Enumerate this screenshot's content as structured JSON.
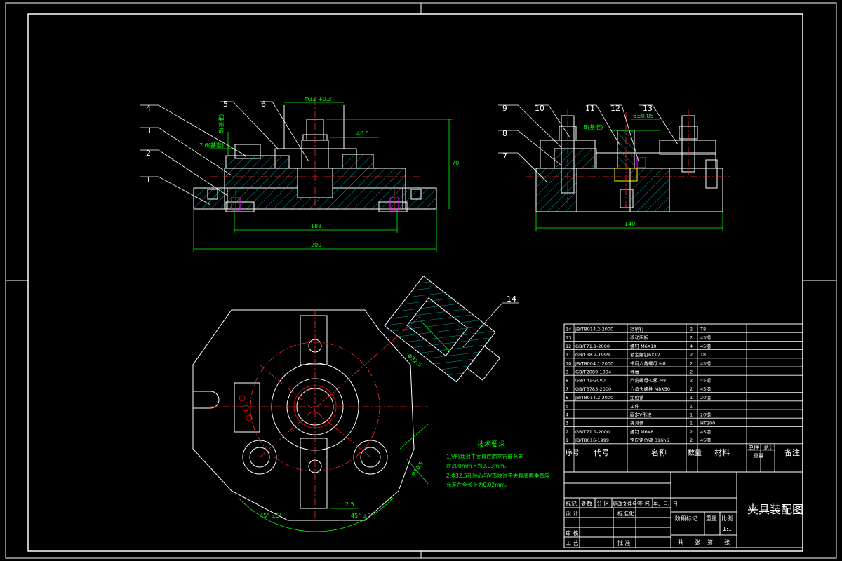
{
  "colors": {
    "background": "#000000",
    "outline": "#ffffff",
    "dimension": "#00ff00",
    "centerline": "#ff2a2a",
    "hatch": "#00c8c8",
    "cyan": "#00ffff",
    "yellow": "#ffff00",
    "magenta": "#ff00ff"
  },
  "balloons_front": [
    "1",
    "2",
    "3",
    "4",
    "5",
    "6"
  ],
  "balloons_side": [
    "7",
    "8",
    "9",
    "10",
    "11",
    "12",
    "13"
  ],
  "balloon_plan": "14",
  "dims_front": {
    "top": "Φ32 +0.3",
    "right": "70",
    "mid": "40.5",
    "lower": "188",
    "bottom": "200",
    "left_a": "5(基准)",
    "left_b": "7.6(基准)"
  },
  "dims_side": {
    "bottom": "140",
    "a": "8(基准)",
    "b": "6±0.05"
  },
  "dims_plan": {
    "left_angle": "45° ±5'",
    "right_angle": "45° ±5'",
    "small": "2.5",
    "diag": "Φ70.5",
    "rot": "Φ32.5"
  },
  "tech_req": {
    "title": "技术要求",
    "lines": [
      "1.V形块对于夹具底面平行度允差",
      "在200mm上为0.03mm。",
      "2.Φ32.5孔轴心与V形块对于夹具底面垂直度",
      "允差在全长上为0.02mm。"
    ]
  },
  "parts_table": {
    "rows": [
      [
        "14",
        "JB/T8014.2-2000",
        "挡销钉",
        "2",
        "T8",
        ""
      ],
      [
        "13",
        "",
        "移动压板",
        "2",
        "45钢",
        ""
      ],
      [
        "12",
        "GB/T71.1-2000",
        "螺钉 M6X10",
        "4",
        "45钢",
        ""
      ],
      [
        "11",
        "GB/T68.2-1999",
        "紧定螺钉6X12",
        "2",
        "T8",
        ""
      ],
      [
        "10",
        "JB/T8004.1-2000",
        "带肩六角螺母 M8",
        "2",
        "45钢",
        ""
      ],
      [
        "9",
        "GB/T2089-1994",
        "弹簧",
        "2",
        "",
        ""
      ],
      [
        "8",
        "GB/T41-2000",
        "六角螺母-C级 M8",
        "2",
        "45钢",
        ""
      ],
      [
        "7",
        "GB/T5783-2000",
        "六角头螺栓 M8X50",
        "2",
        "45钢",
        ""
      ],
      [
        "6",
        "JB/T8014.2-2000",
        "定位销",
        "1",
        "20钢",
        ""
      ],
      [
        "5",
        "",
        "工件",
        "1",
        "",
        ""
      ],
      [
        "4",
        "",
        "固定V形块",
        "1",
        "20钢",
        ""
      ],
      [
        "3",
        "",
        "夹具体",
        "1",
        "HT200",
        ""
      ],
      [
        "2",
        "GB/T71.1-2000",
        "螺钉 M6X8",
        "2",
        "45钢",
        ""
      ],
      [
        "1",
        "JB/T8016-1999",
        "定向定位键 B16h6",
        "2",
        "45钢",
        ""
      ]
    ],
    "header": [
      "序号",
      "代号",
      "名称",
      "数量",
      "材料",
      "单件",
      "总计",
      "备注"
    ],
    "weight_label": "重量"
  },
  "title_block": {
    "title": "夹具装配图",
    "row1": [
      "标记",
      "处数",
      "分 区",
      "更改文件号",
      "签 名",
      "年、月、日"
    ],
    "design": "设 计",
    "standard": "标准化",
    "stage": "阶段标记",
    "weight": "重量",
    "scale": "比例",
    "scale_value": "1:1",
    "review": "审 核",
    "process": "工 艺",
    "approve": "批 准",
    "sheets": [
      "共",
      "张",
      "第",
      "张"
    ]
  }
}
